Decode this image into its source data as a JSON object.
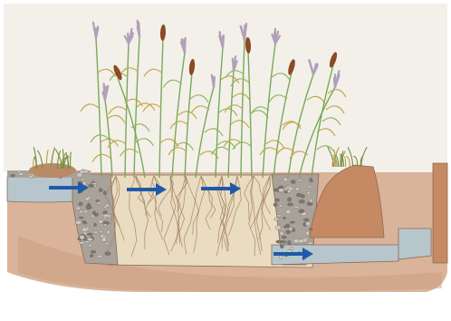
{
  "diagram": {
    "type": "horizontal subsurface flow constructed wetland (reed bed) cross-section illustration",
    "text": [],
    "flow_arrows": [
      {
        "id": "inflow",
        "direction": "right"
      },
      {
        "id": "through-filter-1",
        "direction": "right"
      },
      {
        "id": "through-filter-2",
        "direction": "right"
      },
      {
        "id": "outflow",
        "direction": "right"
      }
    ],
    "components": [
      "inlet-channel",
      "inlet-gravel-zone",
      "planted-filter-bed",
      "outlet-gravel-zone",
      "earth-embankment",
      "outlet-pipe",
      "outlet-chamber",
      "reeds",
      "cattails",
      "grass-tufts"
    ],
    "colors": {
      "background": "#ffffff",
      "sky": "#f3f0ea",
      "soil": "#d9b49a",
      "soil_dark": "#c79a7c",
      "bed_fill": "#eadcc0",
      "gravel": "#a9a29a",
      "water": "#b7c6cd",
      "embankment": "#c58a63",
      "arrow": "#1e5aa8",
      "reed_green": "#7aa85a",
      "reed_plume": "#b0a0b8",
      "cattail": "#8b4a24",
      "roots": "#a08060"
    }
  }
}
